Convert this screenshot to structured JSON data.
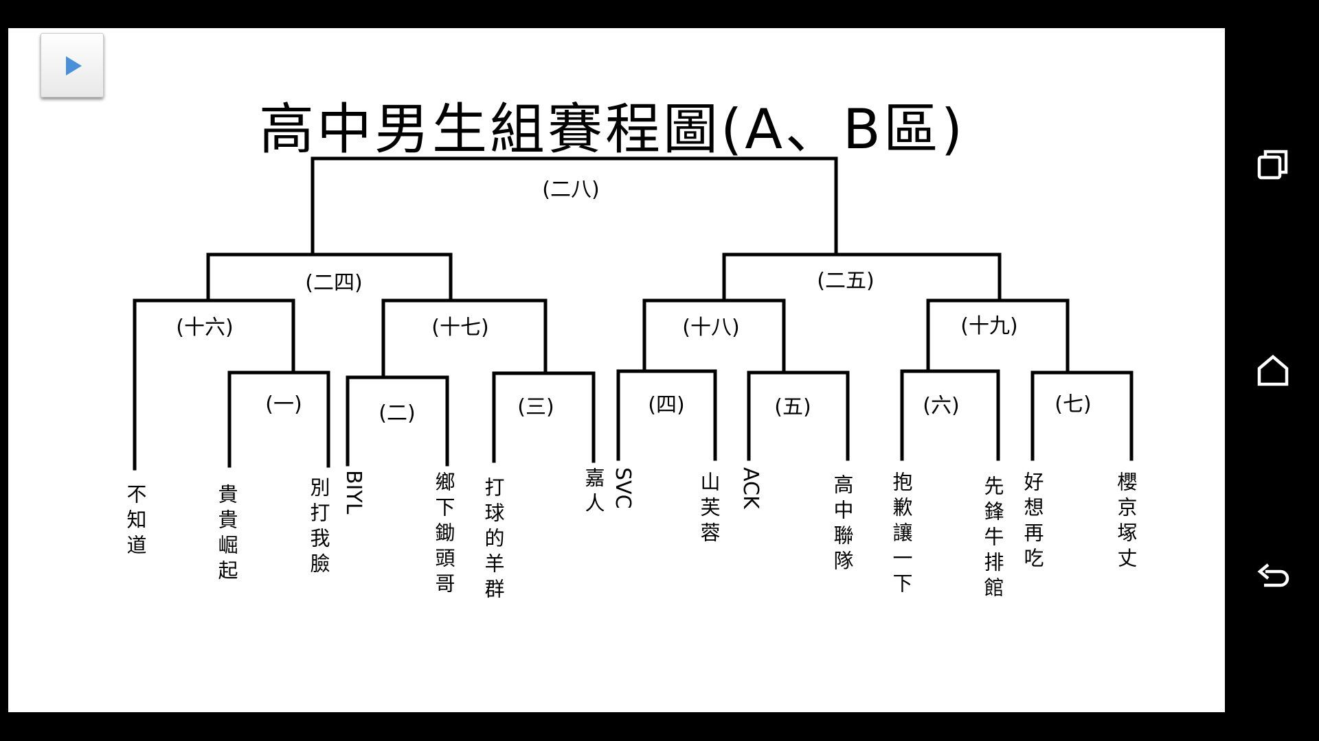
{
  "slide": {
    "title": "高中男生組賽程圖(A、B區)"
  },
  "bracket": {
    "rounds": [
      {
        "id": "r28",
        "label": "(二八)"
      },
      {
        "id": "r24",
        "label": "(二四)"
      },
      {
        "id": "r25",
        "label": "(二五)"
      },
      {
        "id": "r16",
        "label": "(十六)"
      },
      {
        "id": "r17",
        "label": "(十七)"
      },
      {
        "id": "r18",
        "label": "(十八)"
      },
      {
        "id": "r19",
        "label": "(十九)"
      },
      {
        "id": "r1",
        "label": "(一)"
      },
      {
        "id": "r2",
        "label": "(二)"
      },
      {
        "id": "r3",
        "label": "(三)"
      },
      {
        "id": "r4",
        "label": "(四)"
      },
      {
        "id": "r5",
        "label": "(五)"
      },
      {
        "id": "r6",
        "label": "(六)"
      },
      {
        "id": "r7",
        "label": "(七)"
      }
    ],
    "teams": [
      "不知道",
      "貴貴崛起",
      "別打我臉",
      "BIYL",
      "鄉下鋤頭哥",
      "打球的羊群",
      "嘉人",
      "SVC",
      "山芙蓉",
      "ACK",
      "高中聯隊",
      "抱歉讓一下",
      "先鋒牛排館",
      "好想再吃",
      "櫻京塚丈"
    ]
  },
  "nav": {
    "play_icon": "play-icon",
    "recents_icon": "recent-apps-icon",
    "home_icon": "home-icon",
    "back_icon": "back-icon"
  },
  "colors": {
    "accent": "#4a90d9",
    "background": "#000000",
    "slide": "#ffffff"
  }
}
